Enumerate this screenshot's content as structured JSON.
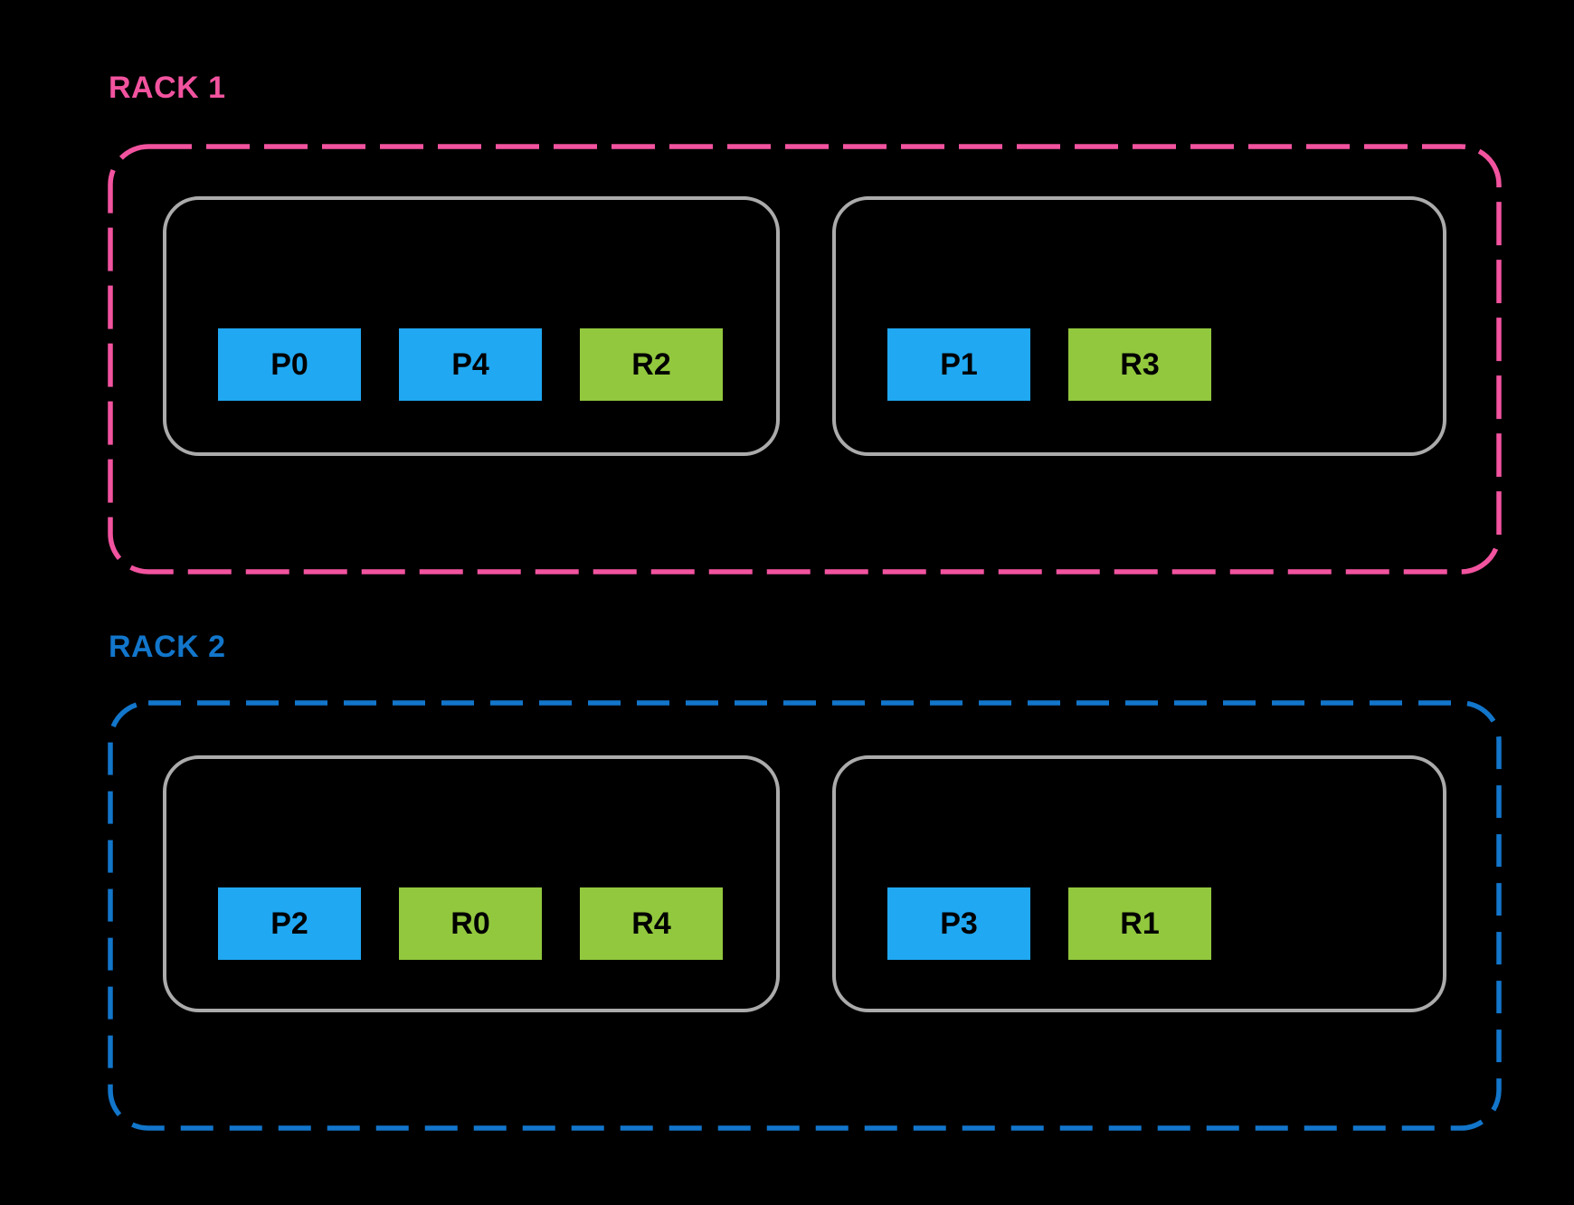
{
  "colors": {
    "background": "#000000",
    "rack1_accent": "#F2539F",
    "rack2_accent": "#1276CB",
    "node_border": "#ABABAB",
    "blue_box": "#20A8F2",
    "green_box": "#92C83E",
    "box_text": "#000000"
  },
  "racks": [
    {
      "label": "RACK 1",
      "nodes": [
        {
          "boxes": [
            {
              "label": "P0",
              "color": "blue"
            },
            {
              "label": "P4",
              "color": "blue"
            },
            {
              "label": "R2",
              "color": "green"
            }
          ]
        },
        {
          "boxes": [
            {
              "label": "P1",
              "color": "blue"
            },
            {
              "label": "R3",
              "color": "green"
            }
          ]
        }
      ]
    },
    {
      "label": "RACK 2",
      "nodes": [
        {
          "boxes": [
            {
              "label": "P2",
              "color": "blue"
            },
            {
              "label": "R0",
              "color": "green"
            },
            {
              "label": "R4",
              "color": "green"
            }
          ]
        },
        {
          "boxes": [
            {
              "label": "P3",
              "color": "blue"
            },
            {
              "label": "R1",
              "color": "green"
            }
          ]
        }
      ]
    }
  ]
}
